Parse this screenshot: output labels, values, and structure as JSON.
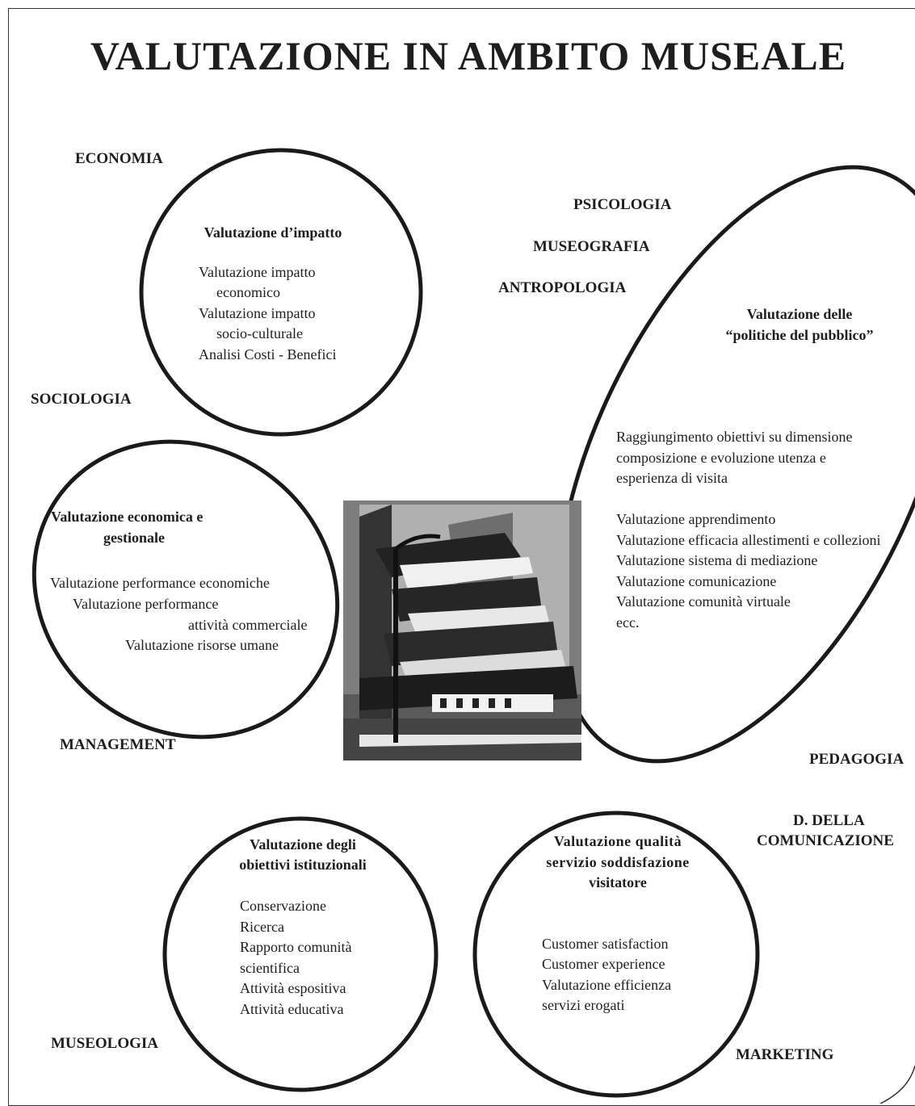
{
  "title": "VALUTAZIONE IN AMBITO MUSEALE",
  "disciplines": {
    "economia": "ECONOMIA",
    "sociologia": "SOCIOLOGIA",
    "management": "MANAGEMENT",
    "museologia": "MUSEOLOGIA",
    "psicologia": "PSICOLOGIA",
    "museografia": "MUSEOGRAFIA",
    "antropologia": "ANTROPOLOGIA",
    "pedagogia": "PEDAGOGIA",
    "comunicazione_1": "D. DELLA",
    "comunicazione_2": "COMUNICAZIONE",
    "marketing": "MARKETING"
  },
  "impatto": {
    "heading": "Valutazione d’impatto",
    "items": [
      "Valutazione impatto",
      "economico",
      "Valutazione impatto",
      "socio-culturale",
      "Analisi Costi - Benefici"
    ]
  },
  "economica": {
    "heading_1": "Valutazione economica e",
    "heading_2": "gestionale",
    "items": [
      "Valutazione performance economiche",
      "Valutazione  performance",
      "attività commerciale",
      "Valutazione risorse umane"
    ]
  },
  "pubblico": {
    "heading_1": "Valutazione delle",
    "heading_2": "“politiche del pubblico”",
    "group_1": [
      "Raggiungimento obiettivi su dimensione",
      "composizione e evoluzione utenza e",
      "esperienza di visita"
    ],
    "group_2": [
      "Valutazione apprendimento",
      "Valutazione efficacia allestimenti e collezioni",
      "Valutazione sistema di mediazione",
      "Valutazione comunicazione",
      "Valutazione comunità virtuale",
      "ecc."
    ]
  },
  "istituzionali": {
    "heading_1": "Valutazione degli",
    "heading_2": "obiettivi istituzionali",
    "items": [
      "Conservazione",
      "Ricerca",
      "Rapporto comunità",
      "scientifica",
      "Attività espositiva",
      "Attività educativa"
    ]
  },
  "qualita": {
    "heading_1": "Valutazione  qualità",
    "heading_2": "servizio  soddisfazione",
    "heading_3": "visitatore",
    "items": [
      "Customer satisfaction",
      "Customer experience",
      "Valutazione efficienza",
      "servizi erogati"
    ]
  },
  "museum_image": "museum-building-illustration"
}
